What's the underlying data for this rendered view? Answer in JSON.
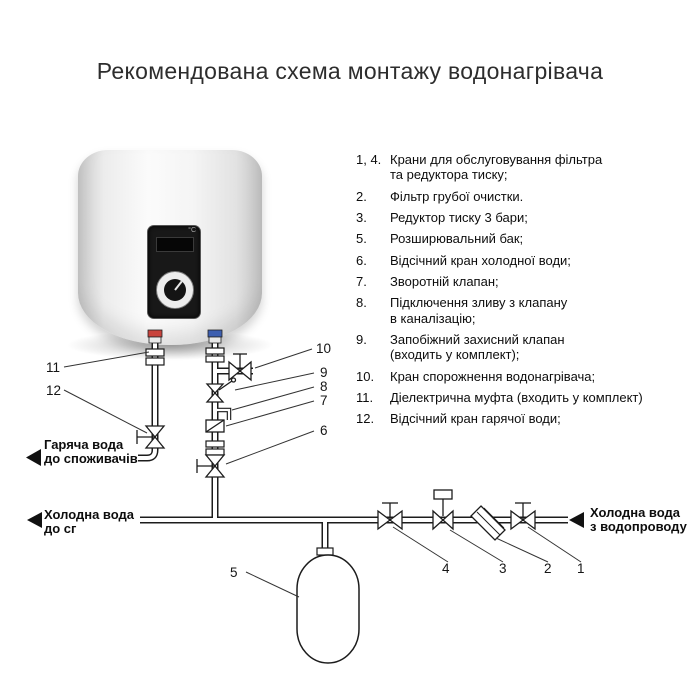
{
  "title": "Рекомендована схема монтажу водонагрівача",
  "heater": {
    "degree_label": "°C"
  },
  "legend": {
    "items": [
      {
        "num": "1, 4.",
        "text": "Крани для обслуговування фільтра\nта редуктора тиску;"
      },
      {
        "num": "2.",
        "text": "Фільтр грубої очистки."
      },
      {
        "num": "3.",
        "text": "Редуктор тиску 3 бари;"
      },
      {
        "num": "5.",
        "text": "Розширювальний бак;"
      },
      {
        "num": "6.",
        "text": "Відсічний кран холодної води;"
      },
      {
        "num": "7.",
        "text": "Зворотній клапан;"
      },
      {
        "num": "8.",
        "text": "Підключення зливу з клапану\nв каналізацію;"
      },
      {
        "num": "9.",
        "text": "Запобіжний захисний клапан\n(входить у комплект);"
      },
      {
        "num": "10.",
        "text": "Кран спорожнення водонагрівача;"
      },
      {
        "num": "11.",
        "text": "Діелектрична муфта (входить у комплект)"
      },
      {
        "num": "12.",
        "text": "Відсічний кран гарячої води;"
      }
    ]
  },
  "flow_labels": {
    "hot": {
      "line1": "Гаряча вода",
      "line2": "до споживачів"
    },
    "cold_left": {
      "line1": "Холодна вода",
      "line2": "до сг"
    },
    "cold_right": {
      "line1": "Холодна вода",
      "line2": "з водопроводу"
    }
  },
  "diagram": {
    "callouts": {
      "n1": "1",
      "n2": "2",
      "n3": "3",
      "n4": "4",
      "n5": "5",
      "n6": "6",
      "n7": "7",
      "n8": "8",
      "n9": "9",
      "n10": "10",
      "n11": "11",
      "n12": "12"
    }
  },
  "colors": {
    "line": "#1c1c1c",
    "hot_cap": "#c8433c",
    "cold_cap": "#3d5fb0"
  }
}
